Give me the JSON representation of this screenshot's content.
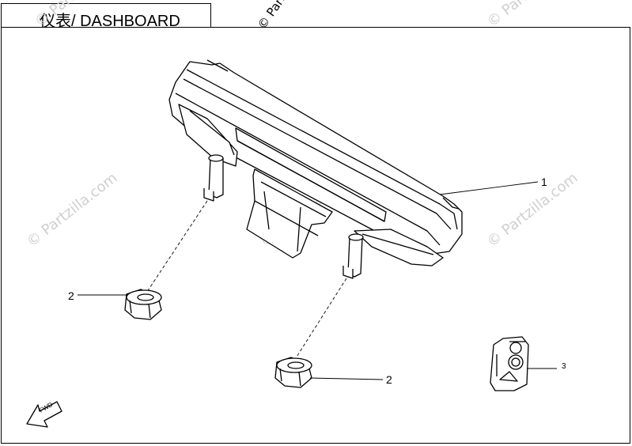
{
  "header": {
    "title": "仪表/ DASHBOARD"
  },
  "watermark": {
    "text": "© Partzilla.com",
    "top_text": "© Partzi"
  },
  "callouts": [
    {
      "label": "1",
      "part": "dashboard-cluster"
    },
    {
      "label": "2",
      "part": "nut"
    },
    {
      "label": "2",
      "part": "nut"
    },
    {
      "label": "3",
      "part": "switch"
    }
  ],
  "fwd_label": "FWD",
  "colors": {
    "line": "#000000",
    "watermark": "#cfcfcf",
    "background": "#ffffff"
  }
}
